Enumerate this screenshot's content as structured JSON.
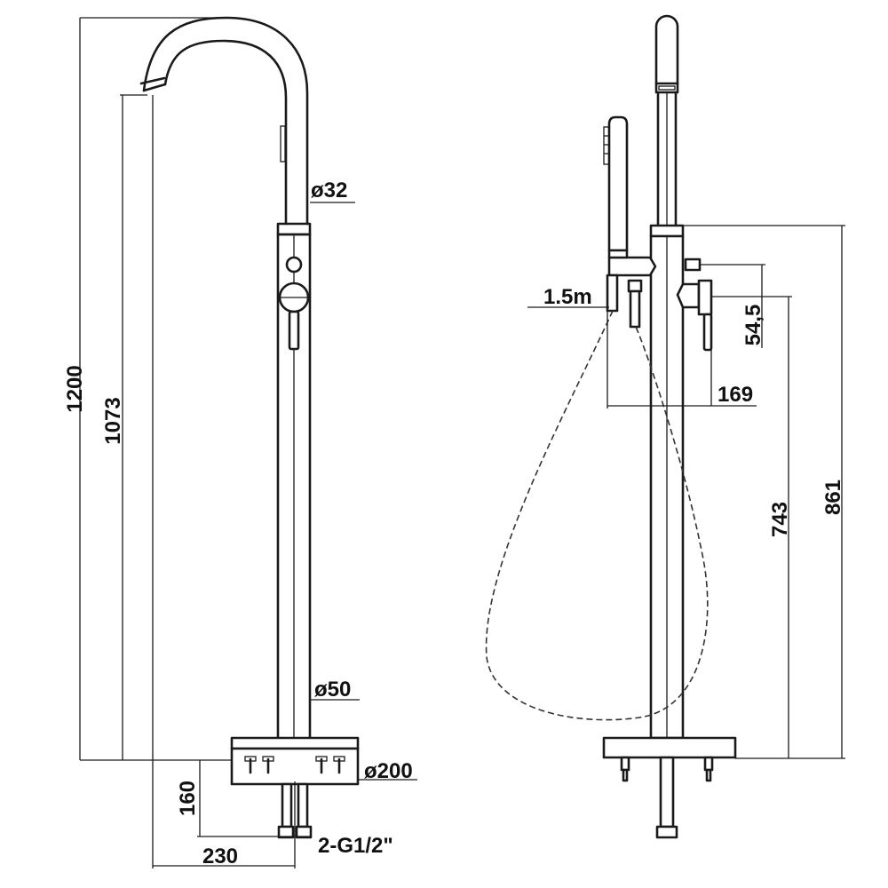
{
  "drawing": {
    "front_view": {
      "dims": {
        "height_total": "1200",
        "spout_height": "1073",
        "tube_upper_dia": "ø32",
        "tube_lower_dia": "ø50",
        "base_dia": "ø200",
        "depth_below": "160",
        "spout_reach": "230",
        "connections": "2-G1/2\""
      }
    },
    "side_view": {
      "dims": {
        "hose_length": "1.5m",
        "handle_height": "54,5",
        "handle_reach": "169",
        "mixer_height": "743",
        "holder_height": "861"
      }
    }
  }
}
